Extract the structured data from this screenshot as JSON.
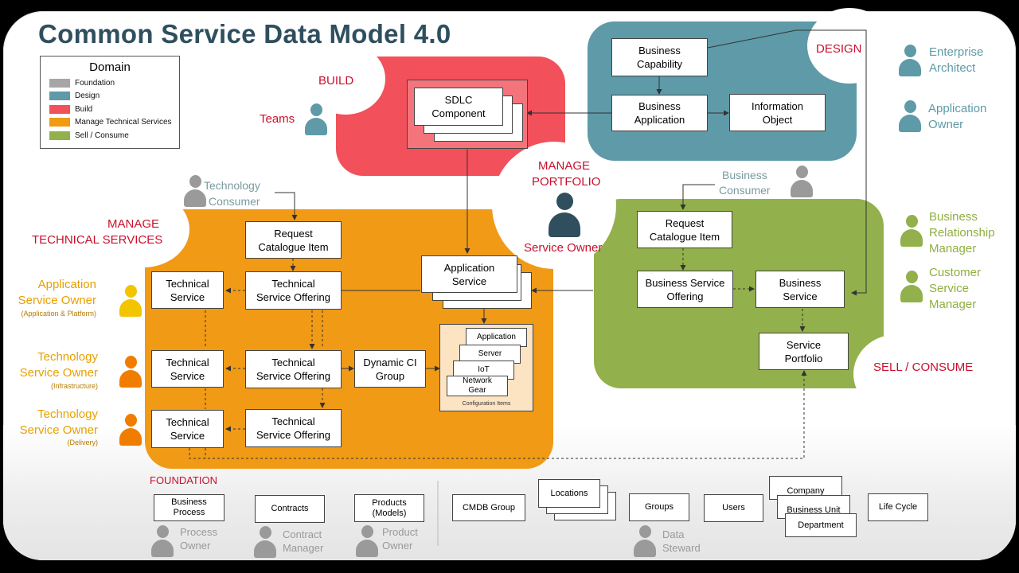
{
  "title": "Common Service Data Model 4.0",
  "legend": {
    "title": "Domain",
    "items": [
      {
        "label": "Foundation",
        "color": "#a6a6a6"
      },
      {
        "label": "Design",
        "color": "#5e9aa8"
      },
      {
        "label": "Build",
        "color": "#f2505a"
      },
      {
        "label": "Manage Technical Services",
        "color": "#f09a16"
      },
      {
        "label": "Sell / Consume",
        "color": "#92b04b"
      }
    ]
  },
  "colors": {
    "design": "#5e9aa8",
    "build": "#f2505a",
    "manage": "#f09a16",
    "sell": "#92b04b",
    "foundation": "#a6a6a6",
    "heading_red": "#c8102e",
    "navy": "#2f4f5f"
  },
  "domains": {
    "build": "BUILD",
    "design": "DESIGN",
    "manage_portfolio": [
      "MANAGE",
      "PORTFOLIO"
    ],
    "manage_tech": [
      "MANAGE",
      "TECHNICAL SERVICES"
    ],
    "sell": "SELL / CONSUME",
    "foundation": "FOUNDATION"
  },
  "roles": {
    "teams": "Teams",
    "enterprise_architect": [
      "Enterprise",
      "Architect"
    ],
    "application_owner": [
      "Application",
      "Owner"
    ],
    "business_consumer": [
      "Business",
      "Consumer"
    ],
    "technology_consumer": [
      "Technology",
      "Consumer"
    ],
    "service_owner": "Service Owner",
    "business_relationship_manager": [
      "Business",
      "Relationship",
      "Manager"
    ],
    "customer_service_manager": [
      "Customer",
      "Service",
      "Manager"
    ],
    "app_service_owner": [
      "Application",
      "Service Owner",
      "(Application & Platform)"
    ],
    "tech_service_owner_infra": [
      "Technology",
      "Service Owner",
      "(Infrastructure)"
    ],
    "tech_service_owner_delivery": [
      "Technology",
      "Service Owner",
      "(Delivery)"
    ],
    "process_owner": [
      "Process",
      "Owner"
    ],
    "contract_manager": [
      "Contract",
      "Manager"
    ],
    "product_owner": [
      "Product",
      "Owner"
    ],
    "data_steward": [
      "Data",
      "Steward"
    ]
  },
  "entities": {
    "business_capability": [
      "Business",
      "Capability"
    ],
    "business_application": [
      "Business",
      "Application"
    ],
    "information_object": [
      "Information",
      "Object"
    ],
    "sdlc_component": [
      "SDLC",
      "Component"
    ],
    "request_catalogue_item_tech": [
      "Request",
      "Catalogue Item"
    ],
    "request_catalogue_item_biz": [
      "Request",
      "Catalogue Item"
    ],
    "application_service": [
      "Application",
      "Service"
    ],
    "technical_service_1": [
      "Technical",
      "Service"
    ],
    "technical_service_offering_1": [
      "Technical",
      "Service Offering"
    ],
    "technical_service_2": [
      "Technical",
      "Service"
    ],
    "technical_service_offering_2": [
      "Technical",
      "Service Offering"
    ],
    "dynamic_ci_group": [
      "Dynamic CI",
      "Group"
    ],
    "technical_service_3": [
      "Technical",
      "Service"
    ],
    "technical_service_offering_3": [
      "Technical",
      "Service Offering"
    ],
    "business_service_offering": [
      "Business Service",
      "Offering"
    ],
    "business_service": [
      "Business",
      "Service"
    ],
    "service_portfolio": [
      "Service",
      "Portfolio"
    ],
    "config_items": {
      "application": "Application",
      "server": "Server",
      "iot": "IoT",
      "network_gear": [
        "Network",
        "Gear"
      ],
      "caption": "Configuration Items"
    }
  },
  "foundation": {
    "business_process": [
      "Business",
      "Process"
    ],
    "contracts": "Contracts",
    "products": [
      "Products",
      "(Models)"
    ],
    "cmdb_group": "CMDB Group",
    "locations": "Locations",
    "groups": "Groups",
    "users": "Users",
    "company": "Company",
    "business_unit": "Business Unit",
    "department": "Department",
    "life_cycle": "Life Cycle"
  }
}
